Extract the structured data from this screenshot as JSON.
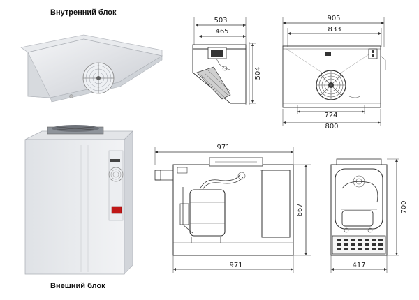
{
  "labels": {
    "indoor_unit": "Внутренний блок",
    "outdoor_unit": "Внешний блок"
  },
  "dimensions": {
    "side_top_overall": "503",
    "side_top_inner": "465",
    "side_height": "504",
    "front_top_overall": "905",
    "front_top_inner": "833",
    "front_bottom_inner": "724",
    "front_bottom_overall": "800",
    "out_front_top": "971",
    "out_front_bottom": "971",
    "out_front_height": "667",
    "out_side_height": "700",
    "out_side_width": "417"
  }
}
